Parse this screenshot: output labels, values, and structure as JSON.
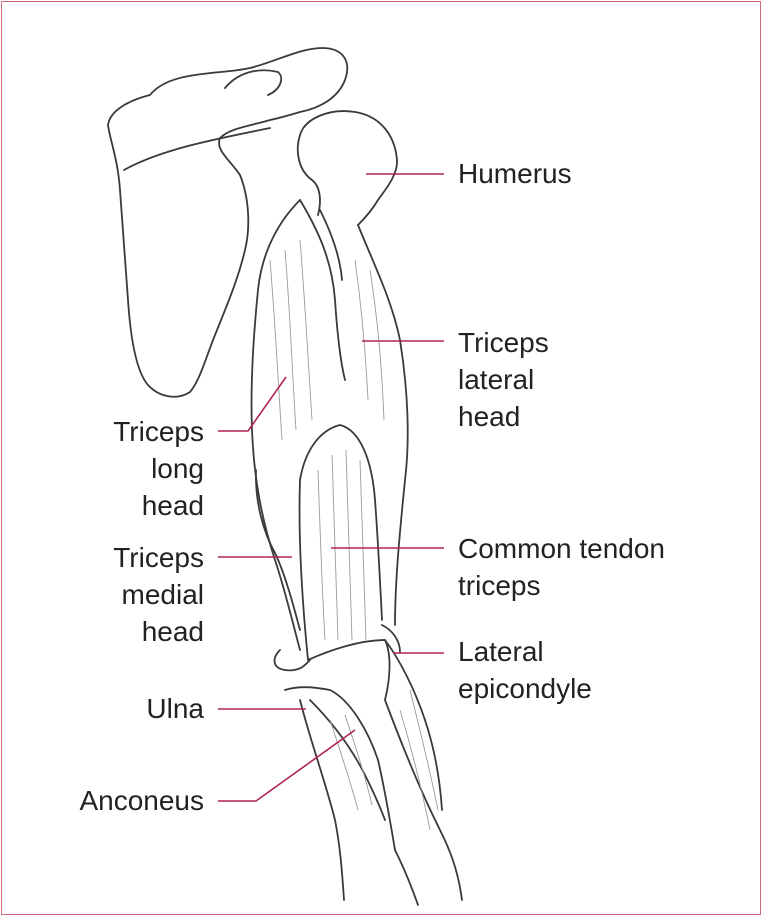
{
  "colors": {
    "leader": "#b0235a",
    "border": "#d16a7a",
    "outline": "#3a3a3a",
    "shade": "#9a9a9a",
    "text": "#222222"
  },
  "labels": {
    "humerus": [
      "Humerus"
    ],
    "triceps_lateral_head": [
      "Triceps",
      "lateral",
      "head"
    ],
    "triceps_long_head": [
      "Triceps",
      "long",
      "head"
    ],
    "common_tendon_triceps": [
      "Common tendon",
      "triceps"
    ],
    "triceps_medial_head": [
      "Triceps",
      "medial",
      "head"
    ],
    "lateral_epicondyle": [
      "Lateral",
      "epicondyle"
    ],
    "ulna": [
      "Ulna"
    ],
    "anconeus": [
      "Anconeus"
    ]
  }
}
